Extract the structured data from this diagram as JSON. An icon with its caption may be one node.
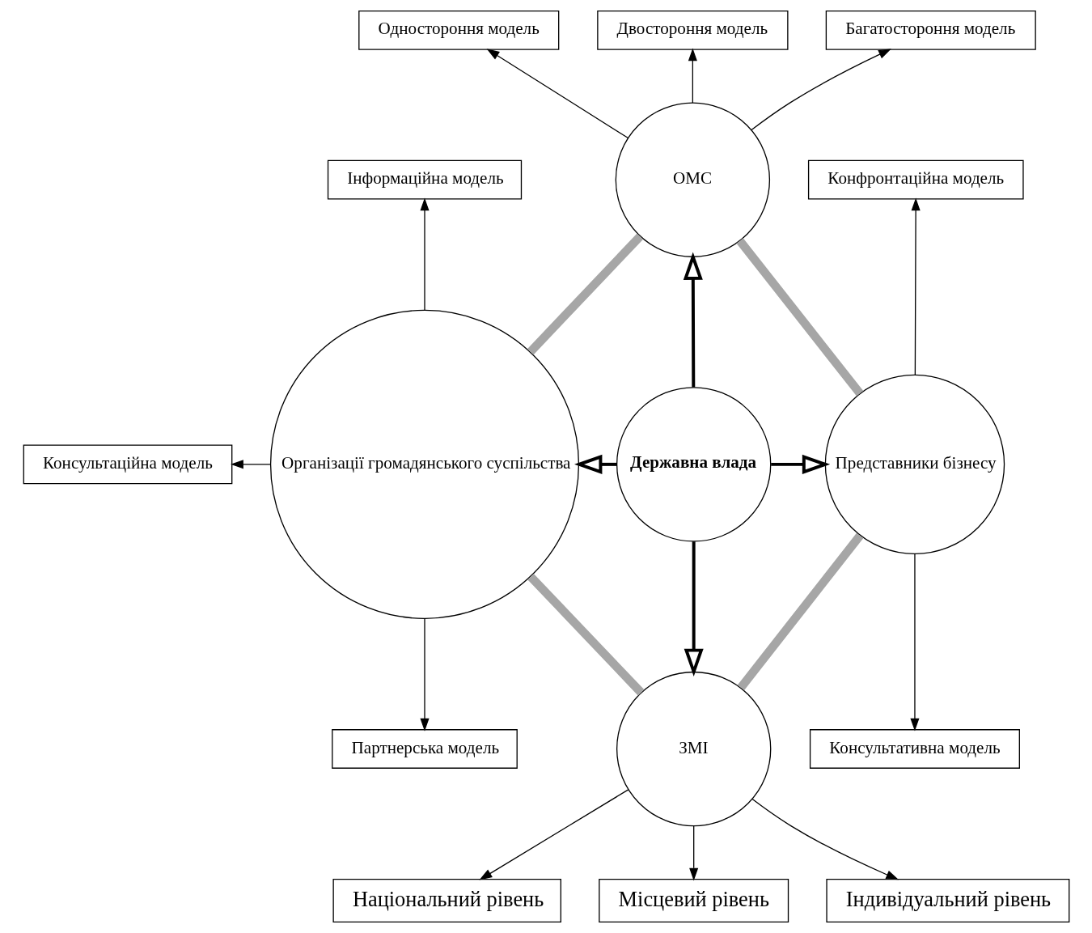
{
  "diagram": {
    "nodes": [
      {
        "text": [
          "Державна влада"
        ]
      },
      {
        "text": [
          "ОМС"
        ]
      },
      {
        "text": [
          "Організації громадянського суспільства"
        ]
      },
      {
        "text": [
          "Представники бізнесу"
        ]
      },
      {
        "text": [
          "ЗМІ"
        ]
      },
      {
        "text": [
          "Одностороння модель"
        ]
      },
      {
        "text": [
          "Двостороння модель"
        ]
      },
      {
        "text": [
          "Багатостороння модель"
        ]
      },
      {
        "text": [
          "Інформаційна модель"
        ]
      },
      {
        "text": [
          "Консультаційна модель"
        ]
      },
      {
        "text": [
          "Партнерська модель"
        ]
      },
      {
        "text": [
          "Конфронтаційна модель"
        ]
      },
      {
        "text": [
          "Консультативна модель"
        ]
      },
      {
        "text": [
          "Національний рівень"
        ]
      },
      {
        "text": [
          "Місцевий рівень"
        ]
      },
      {
        "text": [
          "Індивідуальний рівень"
        ]
      }
    ],
    "edges": [
      {
        "from": 0,
        "to": 1,
        "arrow": "to",
        "style": "thick"
      },
      {
        "from": 0,
        "to": 2,
        "arrow": "to",
        "style": "thick"
      },
      {
        "from": 0,
        "to": 3,
        "arrow": "to",
        "style": "thick"
      },
      {
        "from": 0,
        "to": 4,
        "arrow": "to",
        "style": "thick"
      },
      {
        "from": 1,
        "to": 5,
        "arrow": "to"
      },
      {
        "from": 1,
        "to": 6,
        "arrow": "to"
      },
      {
        "from": 1,
        "to": 7,
        "arrow": "to"
      },
      {
        "from": 2,
        "to": 8,
        "arrow": "to"
      },
      {
        "from": 2,
        "to": 9,
        "arrow": "to"
      },
      {
        "from": 2,
        "to": 10,
        "arrow": "to"
      },
      {
        "from": 3,
        "to": 11,
        "arrow": "to"
      },
      {
        "from": 3,
        "to": 12,
        "arrow": "to"
      },
      {
        "from": 4,
        "to": 13,
        "arrow": "to"
      },
      {
        "from": 4,
        "to": 15,
        "arrow": "to"
      },
      {
        "from": 4,
        "to": 14,
        "arrow": "to"
      },
      {
        "from": 1,
        "to": 3,
        "arrow": "none",
        "style": "thick",
        "color": "#a6a6a6"
      },
      {
        "from": 3,
        "to": 4,
        "arrow": "none",
        "style": "thick",
        "color": "#a6a6a6"
      },
      {
        "from": 4,
        "to": 2,
        "arrow": "none",
        "style": "thick",
        "color": "#a6a6a6"
      },
      {
        "from": 2,
        "to": 1,
        "arrow": "none",
        "style": "thick",
        "color": "#a6a6a6"
      }
    ]
  }
}
